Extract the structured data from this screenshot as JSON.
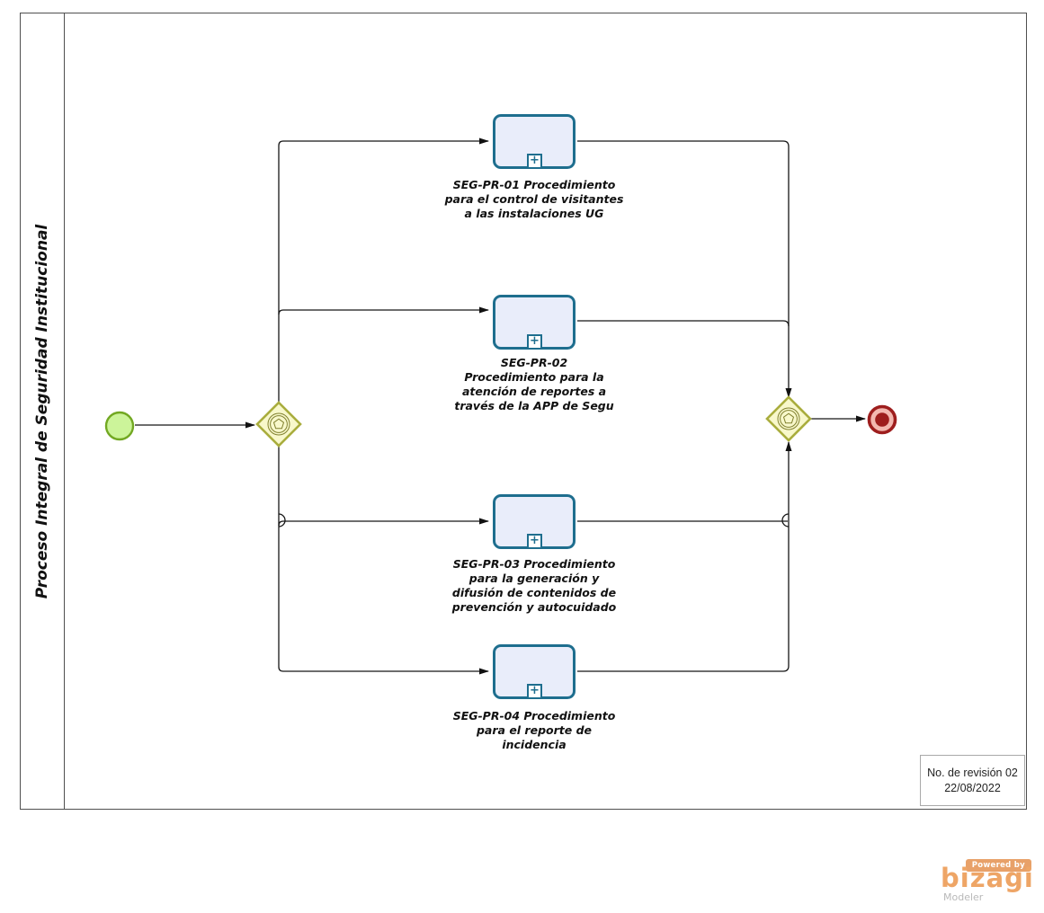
{
  "lane": {
    "title": "Proceso Integral de Seguridad Institucional"
  },
  "tasks": [
    {
      "id": "SEG-PR-01",
      "label": "SEG-PR-01 Procedimiento\npara el control de visitantes\na las instalaciones UG"
    },
    {
      "id": "SEG-PR-02",
      "label": "SEG-PR-02\nProcedimiento para la\natención de reportes a\ntravés de la APP de Segu"
    },
    {
      "id": "SEG-PR-03",
      "label": "SEG-PR-03 Procedimiento\npara la generación y\ndifusión de contenidos de\nprevención y autocuidado"
    },
    {
      "id": "SEG-PR-04",
      "label": "SEG-PR-04 Procedimiento\npara el reporte de\nincidencia"
    }
  ],
  "icons": {
    "subprocess_plus": "+"
  },
  "revision_note": {
    "line1": "No. de revisión 02",
    "line2": "22/08/2022"
  },
  "branding": {
    "powered_by": "Powered by",
    "logo": "bizagi",
    "product": "Modeler"
  },
  "colors": {
    "task_border": "#1e6e8e",
    "task_fill": "#e9edfa",
    "gateway_border": "#a9ad3d",
    "gateway_fill": "#f8f8cb",
    "start_fill": "#ccf49a",
    "start_border": "#72a822",
    "end_dark_red": "#9e1e1e",
    "end_inner_ring": "#f3b8b0",
    "logo_orange": "#eea566"
  }
}
